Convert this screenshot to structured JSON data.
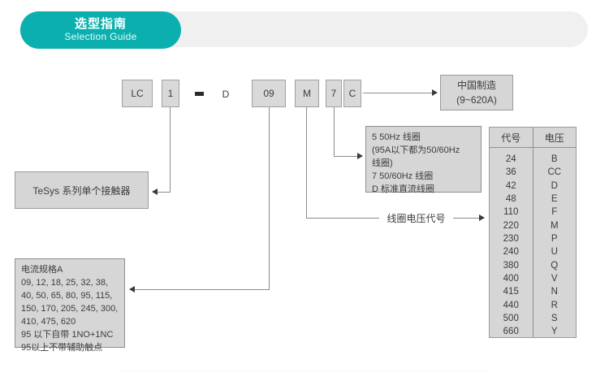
{
  "header": {
    "title_cn": "选型指南",
    "title_en": "Selection Guide"
  },
  "code_sequence": [
    {
      "name": "lc",
      "label": "LC",
      "boxed": true
    },
    {
      "name": "one",
      "label": "1",
      "boxed": true
    },
    {
      "name": "dash",
      "label": "-",
      "boxed": false
    },
    {
      "name": "d",
      "label": "D",
      "boxed": false
    },
    {
      "name": "o9",
      "label": "09",
      "boxed": true
    },
    {
      "name": "m",
      "label": "M",
      "boxed": true
    },
    {
      "name": "seven",
      "label": "7",
      "boxed": true
    },
    {
      "name": "c",
      "label": "C",
      "boxed": true
    }
  ],
  "made_in_china": {
    "line1": "中国制造",
    "line2": "(9~620A)"
  },
  "series_box": {
    "text": "TeSys 系列单个接触器"
  },
  "coil_box": {
    "text": "5 50Hz 线圈\n(95A以下都为50/60Hz\n线圈)\n7 50/60Hz 线圈\nD 标准直流线圈"
  },
  "coil_voltage_label": "线圈电压代号",
  "current_box": {
    "text": "电流规格A\n09, 12, 18, 25, 32, 38,\n40, 50, 65, 80, 95, 115,\n150, 170, 205, 245, 300,\n410, 475, 620\n95 以下自带 1NO+1NC\n95以上不带辅助触点"
  },
  "voltage_table": {
    "headers": [
      "代号",
      "电压"
    ],
    "codes": [
      "24",
      "36",
      "42",
      "48",
      "110",
      "220",
      "230",
      "240",
      "380",
      "400",
      "415",
      "440",
      "500",
      "660"
    ],
    "voltages": [
      "B",
      "CC",
      "D",
      "E",
      "F",
      "M",
      "P",
      "U",
      "Q",
      "V",
      "N",
      "R",
      "S",
      "Y"
    ]
  },
  "colors": {
    "accent": "#0bb0ae",
    "header_bar": "#f0f0f0",
    "box_fill": "#d6d6d6",
    "box_border": "#9a9a9a",
    "line": "#8c8c8c"
  }
}
